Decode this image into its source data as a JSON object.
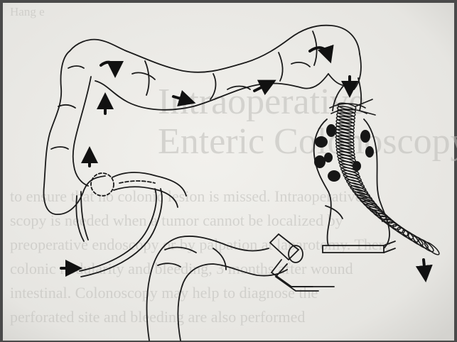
{
  "figure": {
    "background_text_lines": [
      "Hang                         e",
      "                              ",
      "                                         ",
      "Intraoperative",
      "Enteric Colonoscopy",
      "",
      "to ensure that no colonic lesion is missed. Intraoperative",
      "scopy is needed when a tumor cannot be localized by",
      "preoperative endoscopy or by palpation at laparotomy. There",
      "colonic nodularity and bleeding, 3 months after wound",
      "intestinal. Colonoscopy may help to diagnose the",
      "   perforated site and bleeding are also performed"
    ],
    "colors": {
      "paper": "#ecebe7",
      "frame": "#4a4a4a",
      "ghost_text": "#bdbcb8",
      "ink": "#1a1a1a"
    },
    "icons": {
      "flow_arrows": "arrow-icon",
      "suture": "suture-icon",
      "clamp": "clamp-icon"
    }
  }
}
